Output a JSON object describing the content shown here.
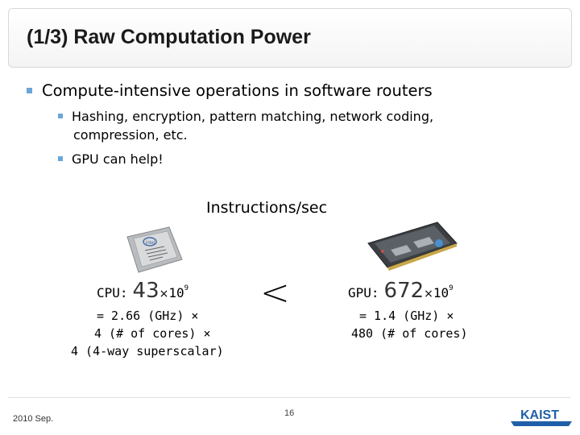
{
  "slide": {
    "title": "(1/3) Raw Computation Power",
    "bullets": {
      "main": "Compute-intensive operations in software routers",
      "sub1_line1": "Hashing, encryption, pattern matching, network coding,",
      "sub1_line2": "compression, etc.",
      "sub2": "GPU can help!"
    },
    "instructions_label": "Instructions/sec",
    "cpu": {
      "label": "CPU:",
      "value": "43",
      "times": "×",
      "base": "10",
      "exponent": "9",
      "line1": "= 2.66 (GHz) ×",
      "line2": "4 (# of cores) ×",
      "line3": "4 (4-way superscalar)"
    },
    "comparison": "<",
    "gpu": {
      "label": "GPU:",
      "value": "672",
      "times": "×",
      "base": "10",
      "exponent": "9",
      "line1": "= 1.4 (GHz) ×",
      "line2": "480 (# of cores)"
    },
    "footer": {
      "date": "2010 Sep.",
      "page": "16",
      "logo_text": "KAIST"
    }
  },
  "colors": {
    "bullet": "#6aa7d8",
    "logo_blue": "#1f5fa8"
  },
  "icons": {
    "cpu": "cpu-chip-image",
    "gpu": "gpu-card-image"
  }
}
